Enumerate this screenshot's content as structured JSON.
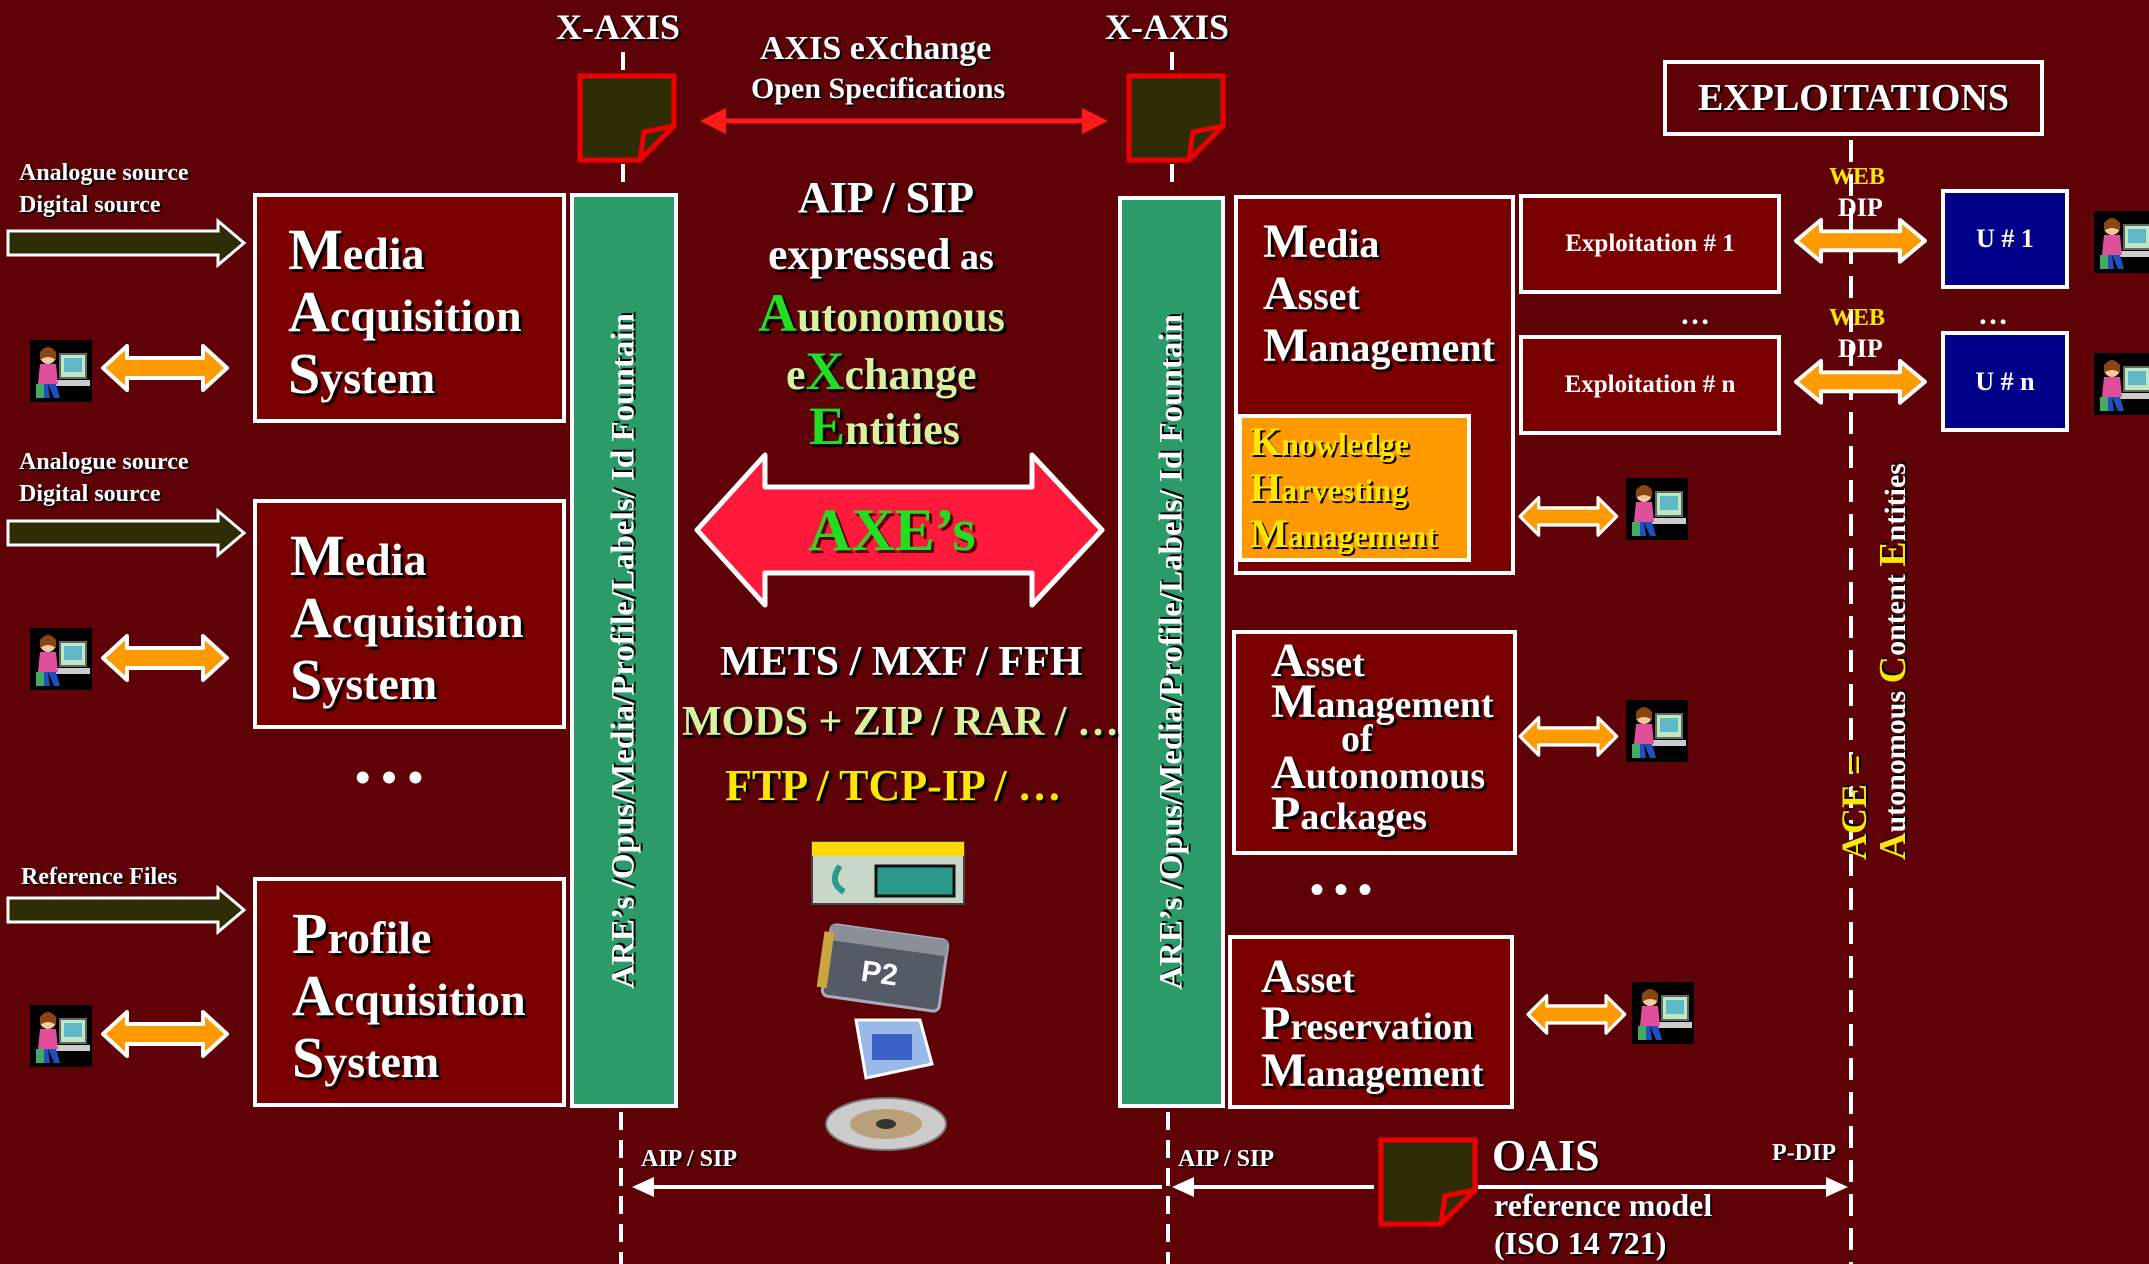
{
  "x_axis_left": "X-AXIS",
  "x_axis_right": "X-AXIS",
  "axis_exchange": {
    "line1": "AXIS eXchange",
    "line2": "Open Specifications"
  },
  "exploitations_title": "EXPLOITATIONS",
  "left_inputs": [
    {
      "line1": "Analogue source",
      "line2": "Digital source"
    },
    {
      "line1": "Analogue source",
      "line2": "Digital source"
    },
    {
      "line1": "Reference Files",
      "line2": ""
    }
  ],
  "acquisition_boxes": [
    {
      "l1c": "M",
      "l1": "edia",
      "l2c": "A",
      "l2": "cquisition",
      "l3c": "S",
      "l3": "ystem"
    },
    {
      "l1c": "M",
      "l1": "edia",
      "l2c": "A",
      "l2": "cquisition",
      "l3c": "S",
      "l3": "ystem"
    },
    {
      "l1c": "P",
      "l1": "rofile",
      "l2c": "A",
      "l2": "cquisition",
      "l3c": "S",
      "l3": "ystem"
    }
  ],
  "ellipsis_left": "• • •",
  "ellipsis_right": "• • •",
  "green_bar_label": "ARE’s /Opus/Media/Profile/Labels/ Id Fountain",
  "center": {
    "line1": "AIP / SIP",
    "line2a": "expressed",
    "line2b": " as",
    "line3c": "A",
    "line3": "utonomous",
    "line4a": "e",
    "line4c": "X",
    "line4b": "change",
    "line5c": "E",
    "line5": "ntities",
    "axes_label": "AXE’s",
    "formats1": "METS / MXF / FFH",
    "formats2": "MODS + ZIP / RAR / …",
    "formats3": "FTP / TCP-IP / …"
  },
  "mam": {
    "l1c": "M",
    "l1": "edia",
    "l2c": "A",
    "l2": "sset",
    "l3c": "M",
    "l3": "anagement"
  },
  "khm": {
    "l1c": "K",
    "l1": "nowledge",
    "l2c": "H",
    "l2": "arvesting",
    "l3c": "M",
    "l3": "anagement"
  },
  "amap": {
    "l1c": "A",
    "l1": "sset",
    "l2c": "M",
    "l2": "anagement",
    "l3": "of",
    "l4c": "A",
    "l4": "utonomous",
    "l5c": "P",
    "l5": "ackages"
  },
  "apm": {
    "l1c": "A",
    "l1": "sset",
    "l2c": "P",
    "l2": "reservation",
    "l3c": "M",
    "l3": "anagement"
  },
  "exploitations": [
    {
      "label": "Exploitation # 1",
      "web": "WEB",
      "dip": "DIP",
      "user": "U # 1"
    },
    {
      "label": "Exploitation # n",
      "web": "WEB",
      "dip": "DIP",
      "user": "U # n"
    }
  ],
  "dots": "…",
  "ace": {
    "line1": "ACE =",
    "l2c1": "A",
    "l2a": "utonomous ",
    "l2c2": "C",
    "l2b": "ontent ",
    "l2c3": "E",
    "l2c": "ntities"
  },
  "bottom": {
    "aip_left": "AIP / SIP",
    "aip_right": "AIP / SIP",
    "pdip": "P-DIP",
    "oais": "OAIS",
    "ref1": "reference model",
    "ref2": "(ISO 14 721)"
  },
  "colors": {
    "background": "#5e0208",
    "box": "#7a0000",
    "green_bar": "#2c9b6a",
    "orange_box": "#ff9900",
    "user_box": "#000088",
    "axe_arrow": "#ff1a3c"
  }
}
